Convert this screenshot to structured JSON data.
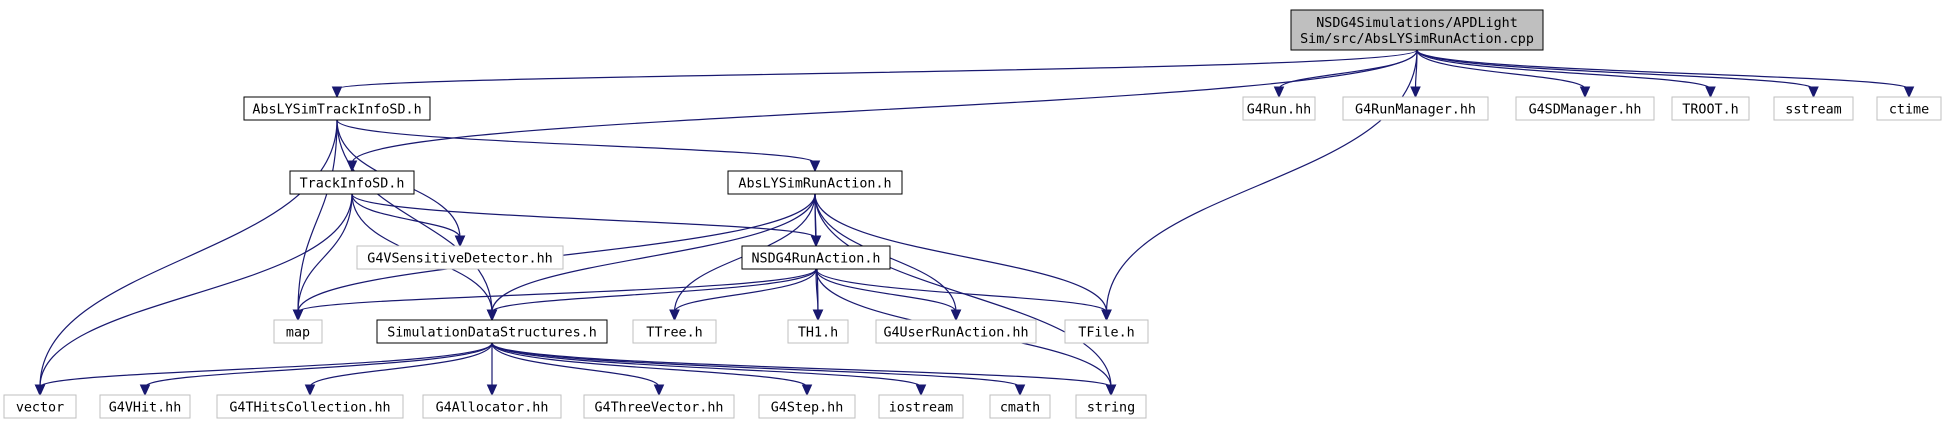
{
  "diagram": {
    "colors": {
      "edge": "#191970",
      "node_border_local": "#000000",
      "node_border_external": "#bfbfbf",
      "main_node_fill": "#bfbfbf"
    },
    "nodes": [
      {
        "id": "main",
        "lines": [
          "NSDG4Simulations/APDLight",
          "Sim/src/AbsLYSimRunAction.cpp"
        ],
        "kind": "main"
      },
      {
        "id": "trackinfo_abs",
        "lines": [
          "AbsLYSimTrackInfoSD.h"
        ],
        "kind": "local"
      },
      {
        "id": "g4run",
        "lines": [
          "G4Run.hh"
        ],
        "kind": "external"
      },
      {
        "id": "g4runmanager",
        "lines": [
          "G4RunManager.hh"
        ],
        "kind": "external"
      },
      {
        "id": "g4sdmanager",
        "lines": [
          "G4SDManager.hh"
        ],
        "kind": "external"
      },
      {
        "id": "troot",
        "lines": [
          "TROOT.h"
        ],
        "kind": "external"
      },
      {
        "id": "sstream",
        "lines": [
          "sstream"
        ],
        "kind": "external"
      },
      {
        "id": "ctime",
        "lines": [
          "ctime"
        ],
        "kind": "external"
      },
      {
        "id": "trackinfosd",
        "lines": [
          "TrackInfoSD.h"
        ],
        "kind": "local"
      },
      {
        "id": "runaction_abs",
        "lines": [
          "AbsLYSimRunAction.h"
        ],
        "kind": "local"
      },
      {
        "id": "g4vsensitive",
        "lines": [
          "G4VSensitiveDetector.hh"
        ],
        "kind": "external"
      },
      {
        "id": "nsdrunaction",
        "lines": [
          "NSDG4RunAction.h"
        ],
        "kind": "local"
      },
      {
        "id": "map",
        "lines": [
          "map"
        ],
        "kind": "external"
      },
      {
        "id": "simdata",
        "lines": [
          "SimulationDataStructures.h"
        ],
        "kind": "local"
      },
      {
        "id": "ttree",
        "lines": [
          "TTree.h"
        ],
        "kind": "external"
      },
      {
        "id": "th1",
        "lines": [
          "TH1.h"
        ],
        "kind": "external"
      },
      {
        "id": "g4userrunaction",
        "lines": [
          "G4UserRunAction.hh"
        ],
        "kind": "external"
      },
      {
        "id": "tfile",
        "lines": [
          "TFile.h"
        ],
        "kind": "external"
      },
      {
        "id": "vector",
        "lines": [
          "vector"
        ],
        "kind": "external"
      },
      {
        "id": "g4vhit",
        "lines": [
          "G4VHit.hh"
        ],
        "kind": "external"
      },
      {
        "id": "g4thits",
        "lines": [
          "G4THitsCollection.hh"
        ],
        "kind": "external"
      },
      {
        "id": "g4allocator",
        "lines": [
          "G4Allocator.hh"
        ],
        "kind": "external"
      },
      {
        "id": "g4threevector",
        "lines": [
          "G4ThreeVector.hh"
        ],
        "kind": "external"
      },
      {
        "id": "g4step",
        "lines": [
          "G4Step.hh"
        ],
        "kind": "external"
      },
      {
        "id": "iostream",
        "lines": [
          "iostream"
        ],
        "kind": "external"
      },
      {
        "id": "cmath",
        "lines": [
          "cmath"
        ],
        "kind": "external"
      },
      {
        "id": "string",
        "lines": [
          "string"
        ],
        "kind": "external"
      }
    ],
    "edges": [
      [
        "main",
        "trackinfo_abs"
      ],
      [
        "main",
        "g4run"
      ],
      [
        "main",
        "g4runmanager"
      ],
      [
        "main",
        "g4sdmanager"
      ],
      [
        "main",
        "troot"
      ],
      [
        "main",
        "sstream"
      ],
      [
        "main",
        "ctime"
      ],
      [
        "main",
        "trackinfosd"
      ],
      [
        "main",
        "tfile"
      ],
      [
        "trackinfo_abs",
        "runaction_abs"
      ],
      [
        "trackinfo_abs",
        "g4vsensitive"
      ],
      [
        "trackinfo_abs",
        "simdata"
      ],
      [
        "trackinfo_abs",
        "map"
      ],
      [
        "trackinfo_abs",
        "vector"
      ],
      [
        "trackinfosd",
        "nsdrunaction"
      ],
      [
        "trackinfosd",
        "g4vsensitive"
      ],
      [
        "trackinfosd",
        "map"
      ],
      [
        "trackinfosd",
        "simdata"
      ],
      [
        "trackinfosd",
        "vector"
      ],
      [
        "runaction_abs",
        "nsdrunaction"
      ],
      [
        "runaction_abs",
        "map"
      ],
      [
        "runaction_abs",
        "simdata"
      ],
      [
        "runaction_abs",
        "ttree"
      ],
      [
        "runaction_abs",
        "th1"
      ],
      [
        "runaction_abs",
        "g4userrunaction"
      ],
      [
        "runaction_abs",
        "tfile"
      ],
      [
        "runaction_abs",
        "string"
      ],
      [
        "nsdrunaction",
        "map"
      ],
      [
        "nsdrunaction",
        "simdata"
      ],
      [
        "nsdrunaction",
        "ttree"
      ],
      [
        "nsdrunaction",
        "th1"
      ],
      [
        "nsdrunaction",
        "g4userrunaction"
      ],
      [
        "nsdrunaction",
        "tfile"
      ],
      [
        "nsdrunaction",
        "string"
      ],
      [
        "simdata",
        "vector"
      ],
      [
        "simdata",
        "g4vhit"
      ],
      [
        "simdata",
        "g4thits"
      ],
      [
        "simdata",
        "g4allocator"
      ],
      [
        "simdata",
        "g4threevector"
      ],
      [
        "simdata",
        "g4step"
      ],
      [
        "simdata",
        "iostream"
      ],
      [
        "simdata",
        "cmath"
      ],
      [
        "simdata",
        "string"
      ]
    ]
  }
}
